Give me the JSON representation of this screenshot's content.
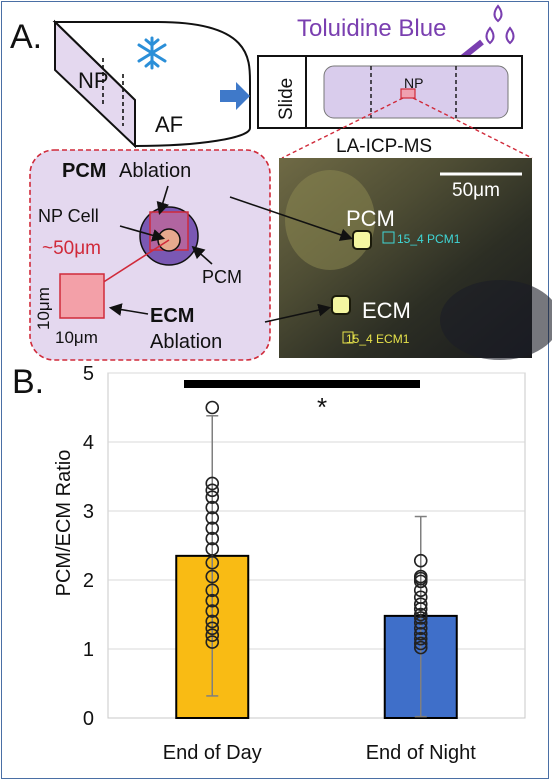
{
  "panel_a": {
    "label": "A.",
    "tissue": {
      "np_label": "NP",
      "af_label": "AF",
      "snowflake_icon": "snowflake-icon"
    },
    "stain": {
      "title": "Toluidine Blue",
      "drops_icon": "droplets-icon",
      "color": "#7a3fb0"
    },
    "slide": {
      "slide_label": "Slide",
      "np_label": "NP"
    },
    "method_label": "LA-ICP-MS",
    "schematic": {
      "pcm_ablation_bold": "PCM",
      "pcm_ablation_rest": "Ablation",
      "np_cell": "NP Cell",
      "spacing": "~50μm",
      "pcm": "PCM",
      "ecm_bold": "ECM",
      "ecm_rest": "Ablation",
      "size_v": "10μm",
      "size_h": "10μm"
    },
    "micrograph": {
      "scale_bar": "50μm",
      "pcm": "PCM",
      "ecm": "ECM",
      "pcm_tag": "15_4 PCM1",
      "ecm_tag": "15_4 ECM1"
    }
  },
  "panel_b": {
    "label": "B.",
    "significance": "*"
  },
  "chart_data": {
    "type": "bar",
    "categories": [
      "End of Day",
      "End of Night"
    ],
    "values": [
      2.35,
      1.48
    ],
    "error_bars": [
      [
        0.32,
        4.38
      ],
      [
        0.02,
        2.92
      ]
    ],
    "points": [
      [
        4.5,
        3.4,
        3.3,
        3.2,
        3.05,
        2.9,
        2.75,
        2.6,
        2.45,
        2.25,
        2.05,
        1.85,
        1.7,
        1.55,
        1.4,
        1.3,
        1.2,
        1.1
      ],
      [
        2.28,
        2.05,
        2.02,
        1.98,
        1.85,
        1.75,
        1.65,
        1.58,
        1.5,
        1.45,
        1.38,
        1.3,
        1.22,
        1.15,
        1.08,
        1.02
      ]
    ],
    "colors": [
      "#f9bb14",
      "#3f6fc9"
    ],
    "ylabel": "PCM/ECM Ratio",
    "xlabel": "",
    "ylim": [
      0,
      5
    ],
    "yticks": [
      0,
      1,
      2,
      3,
      4,
      5
    ],
    "grid": true
  }
}
